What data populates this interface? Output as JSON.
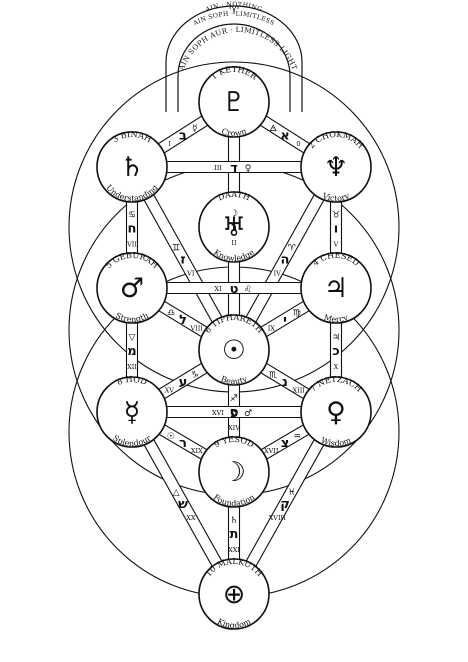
{
  "top_symbol": "♈",
  "ain_labels": {
    "ain": "AIN · NOTHING",
    "ain_soph": "AIN SOPH · LIMITLESS",
    "ain_soph_aur": "AIN SOPH AUR · LIMITLESS LIGHT"
  },
  "sephiroth": [
    {
      "id": "kether",
      "name": "1 KETHER",
      "title": "Crown",
      "planet": "♇"
    },
    {
      "id": "chokmah",
      "name": "2 CHOKMAH",
      "title": "Victory",
      "planet": "♆"
    },
    {
      "id": "binah",
      "name": "3 BINAH",
      "title": "Understanding",
      "planet": "♄"
    },
    {
      "id": "daath",
      "name": "DAATH",
      "title": "Knowledge",
      "planet": "♅"
    },
    {
      "id": "chesed",
      "name": "4 CHESED",
      "title": "Mercy",
      "planet": "♃"
    },
    {
      "id": "geburah",
      "name": "5 GEBURAH",
      "title": "Strength",
      "planet": "♂"
    },
    {
      "id": "tiphareth",
      "name": "6 TIPHARETH",
      "title": "Beauty",
      "planet": "☉"
    },
    {
      "id": "netzach",
      "name": "7 NETZACH",
      "title": "Wisdom",
      "planet": "♀"
    },
    {
      "id": "hod",
      "name": "8 HOD",
      "title": "Splendour",
      "planet": "☿"
    },
    {
      "id": "yesod",
      "name": "9 YESOD",
      "title": "Foundation",
      "planet": "☽"
    },
    {
      "id": "malkuth",
      "name": "10 MALKUTH",
      "title": "Kingdom",
      "planet": "⊕"
    }
  ],
  "paths": [
    {
      "id": "p-kether-chokmah",
      "letter": "א",
      "sign": "🜁",
      "numeral": "0"
    },
    {
      "id": "p-kether-binah",
      "letter": "ב",
      "sign": "☿",
      "numeral": "I"
    },
    {
      "id": "p-kether-tiphareth",
      "letter": "ג",
      "sign": "☽",
      "numeral": "II"
    },
    {
      "id": "p-chokmah-binah",
      "letter": "ד",
      "sign": "♀",
      "numeral": "III"
    },
    {
      "id": "p-chokmah-tiphareth",
      "letter": "ה",
      "sign": "♈",
      "numeral": "IV"
    },
    {
      "id": "p-chokmah-chesed",
      "letter": "ו",
      "sign": "♉",
      "numeral": "V"
    },
    {
      "id": "p-binah-tiphareth",
      "letter": "ז",
      "sign": "♊",
      "numeral": "VI"
    },
    {
      "id": "p-binah-geburah",
      "letter": "ח",
      "sign": "♋",
      "numeral": "VII"
    },
    {
      "id": "p-chesed-geburah",
      "letter": "ט",
      "sign": "♌",
      "numeral": "XI"
    },
    {
      "id": "p-chesed-tiphareth",
      "letter": "י",
      "sign": "♍",
      "numeral": "IX"
    },
    {
      "id": "p-chesed-netzach",
      "letter": "כ",
      "sign": "♃",
      "numeral": "X"
    },
    {
      "id": "p-geburah-tiphareth",
      "letter": "ל",
      "sign": "♎",
      "numeral": "VIII"
    },
    {
      "id": "p-geburah-hod",
      "letter": "מ",
      "sign": "▽",
      "numeral": "XII"
    },
    {
      "id": "p-tiphareth-netzach",
      "letter": "נ",
      "sign": "♏",
      "numeral": "XIII"
    },
    {
      "id": "p-tiphareth-yesod",
      "letter": "ס",
      "sign": "♐",
      "numeral": "XIV"
    },
    {
      "id": "p-tiphareth-hod",
      "letter": "ע",
      "sign": "♑",
      "numeral": "XV"
    },
    {
      "id": "p-netzach-hod",
      "letter": "פ",
      "sign": "♂",
      "numeral": "XVI"
    },
    {
      "id": "p-netzach-yesod",
      "letter": "צ",
      "sign": "♒",
      "numeral": "XVII"
    },
    {
      "id": "p-netzach-malkuth",
      "letter": "ק",
      "sign": "♓",
      "numeral": "XVIII"
    },
    {
      "id": "p-hod-yesod",
      "letter": "ר",
      "sign": "☉",
      "numeral": "XIX"
    },
    {
      "id": "p-hod-malkuth",
      "letter": "ש",
      "sign": "△",
      "numeral": "XX"
    },
    {
      "id": "p-yesod-malkuth",
      "letter": "ת",
      "sign": "♄",
      "numeral": "XXI"
    }
  ]
}
